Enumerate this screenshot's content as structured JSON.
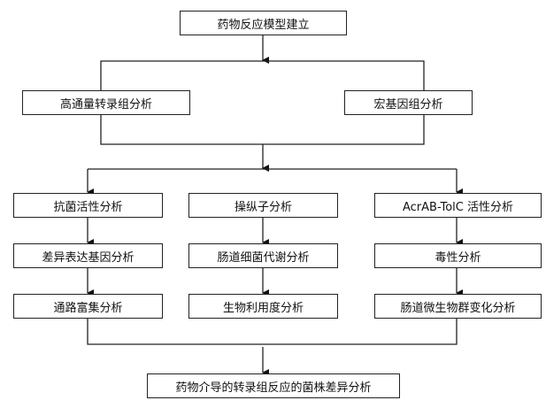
{
  "diagram": {
    "root": "药物反应模型建立",
    "level2": [
      "高通量转录组分析",
      "宏基因组分析"
    ],
    "columns": [
      [
        "抗菌活性分析",
        "差异表达基因分析",
        "通路富集分析"
      ],
      [
        "操纵子分析",
        "肠道细菌代谢分析",
        "生物利用度分析"
      ],
      [
        "AcrAB-TolC 活性分析",
        "毒性分析",
        "肠道微生物群变化分析"
      ]
    ],
    "result": "药物介导的转录组反应的菌株差异分析"
  }
}
